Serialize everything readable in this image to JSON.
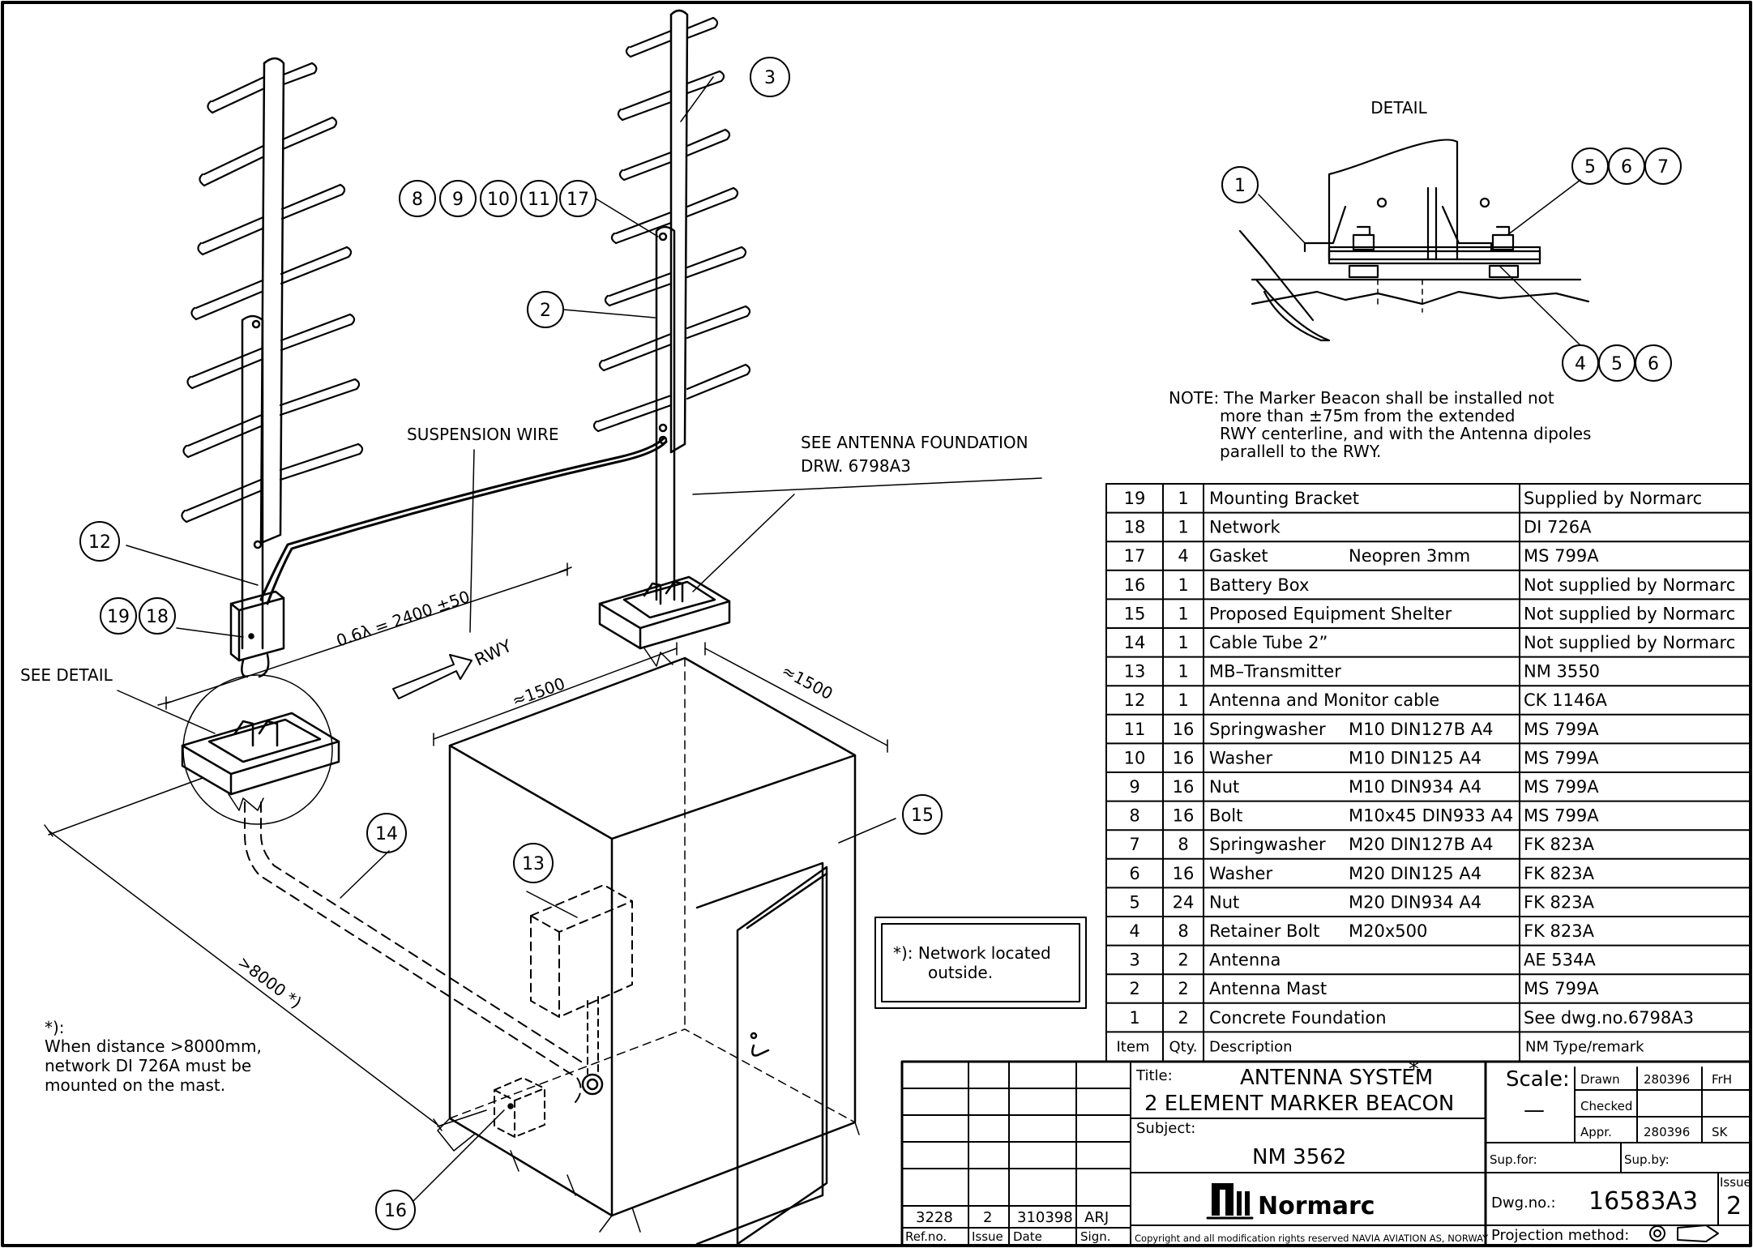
{
  "detail": {
    "title": "DETAIL",
    "balloons_top": [
      "5",
      "6",
      "7"
    ],
    "balloons_bottom": [
      "4",
      "5",
      "6"
    ],
    "balloon_left": "1"
  },
  "note": {
    "label": "NOTE:",
    "lines": [
      "The Marker Beacon shall be installed not",
      "more than ±75m from the extended",
      "RWY centerline, and with the Antenna dipoles",
      "parallell to the RWY."
    ]
  },
  "labels": {
    "suspension_wire": "SUSPENSION WIRE",
    "see_foundation_1": "SEE ANTENNA FOUNDATION",
    "see_foundation_2": "DRW. 6798A3",
    "see_detail": "SEE DETAIL",
    "distance": "0.6λ = 2400 ±50",
    "rwy": "RWY",
    "dim_a": "≈1500",
    "dim_b": "≈1500",
    "dim_long": ">8000 *)",
    "network_note_1": "*):  Network located",
    "network_note_2": "outside.",
    "footnote": [
      "*):",
      "When distance >8000mm,",
      "network DI 726A must be",
      "mounted on the mast."
    ]
  },
  "balloons": {
    "group_8_17": [
      "8",
      "9",
      "10",
      "11",
      "17"
    ],
    "b2": "2",
    "b3": "3",
    "b12": "12",
    "group_19_18": [
      "19",
      "18"
    ],
    "b13": "13",
    "b14": "14",
    "b15": "15",
    "b16": "16"
  },
  "parts_list": {
    "columns": [
      "Item",
      "Qty.",
      "Description",
      "NM Type/remark"
    ],
    "rows": [
      {
        "item": "19",
        "qty": "1",
        "desc": "Mounting Bracket",
        "spec": "",
        "type": "Supplied by Normarc"
      },
      {
        "item": "18",
        "qty": "1",
        "desc": "Network",
        "spec": "",
        "type": "DI 726A"
      },
      {
        "item": "17",
        "qty": "4",
        "desc": "Gasket",
        "spec": "Neopren 3mm",
        "type": "MS 799A"
      },
      {
        "item": "16",
        "qty": "1",
        "desc": "Battery Box",
        "spec": "",
        "type": "Not supplied by Normarc"
      },
      {
        "item": "15",
        "qty": "1",
        "desc": "Proposed Equipment Shelter",
        "spec": "",
        "type": "Not supplied by Normarc"
      },
      {
        "item": "14",
        "qty": "1",
        "desc": "Cable Tube 2”",
        "spec": "",
        "type": "Not supplied by Normarc"
      },
      {
        "item": "13",
        "qty": "1",
        "desc": "MB–Transmitter",
        "spec": "",
        "type": "NM 3550"
      },
      {
        "item": "12",
        "qty": "1",
        "desc": "Antenna and Monitor cable",
        "spec": "",
        "type": "CK 1146A"
      },
      {
        "item": "11",
        "qty": "16",
        "desc": "Springwasher",
        "spec": "M10 DIN127B A4",
        "type": "MS 799A"
      },
      {
        "item": "10",
        "qty": "16",
        "desc": "Washer",
        "spec": "M10 DIN125 A4",
        "type": "MS 799A"
      },
      {
        "item": "9",
        "qty": "16",
        "desc": "Nut",
        "spec": "M10 DIN934 A4",
        "type": "MS 799A"
      },
      {
        "item": "8",
        "qty": "16",
        "desc": "Bolt",
        "spec": "M10x45 DIN933 A4",
        "type": "MS 799A"
      },
      {
        "item": "7",
        "qty": "8",
        "desc": "Springwasher",
        "spec": "M20 DIN127B A4",
        "type": "FK 823A"
      },
      {
        "item": "6",
        "qty": "16",
        "desc": "Washer",
        "spec": "M20 DIN125 A4",
        "type": "FK 823A"
      },
      {
        "item": "5",
        "qty": "24",
        "desc": "Nut",
        "spec": "M20 DIN934 A4",
        "type": "FK 823A"
      },
      {
        "item": "4",
        "qty": "8",
        "desc": "Retainer Bolt",
        "spec": "M20x500",
        "type": "FK 823A"
      },
      {
        "item": "3",
        "qty": "2",
        "desc": "Antenna",
        "spec": "",
        "type": "AE 534A"
      },
      {
        "item": "2",
        "qty": "2",
        "desc": "Antenna Mast",
        "spec": "",
        "type": "MS 799A"
      },
      {
        "item": "1",
        "qty": "2",
        "desc": "Concrete Foundation",
        "spec": "",
        "type": "See dwg.no.6798A3"
      }
    ]
  },
  "title_block": {
    "title_label": "Title:",
    "title_1": "ANTENNA SYSTEM",
    "title_star": "*",
    "title_2": "2 ELEMENT MARKER BEACON",
    "subject_label": "Subject:",
    "subject": "NM 3562",
    "company": "Normarc",
    "copyright": "Copyright and all modification rights reserved NAVIA AVIATION AS, NORWAY",
    "scale_label": "Scale:",
    "scale_value": "—",
    "drawn_label": "Drawn",
    "drawn_date": "280396",
    "drawn_sign": "FrH",
    "checked_label": "Checked",
    "appr_label": "Appr.",
    "appr_date": "280396",
    "appr_sign": "SK",
    "supfor_label": "Sup.for:",
    "supby_label": "Sup.by:",
    "dwgno_label": "Dwg.no.:",
    "dwgno": "16583A3",
    "issue_label": "Issue",
    "issue": "2",
    "projection_label": "Projection method:",
    "revision": {
      "ref": "3228",
      "issue": "2",
      "date": "310398",
      "sign": "ARJ"
    },
    "rev_headers": [
      "Ref.no.",
      "Issue",
      "Date",
      "Sign."
    ]
  }
}
